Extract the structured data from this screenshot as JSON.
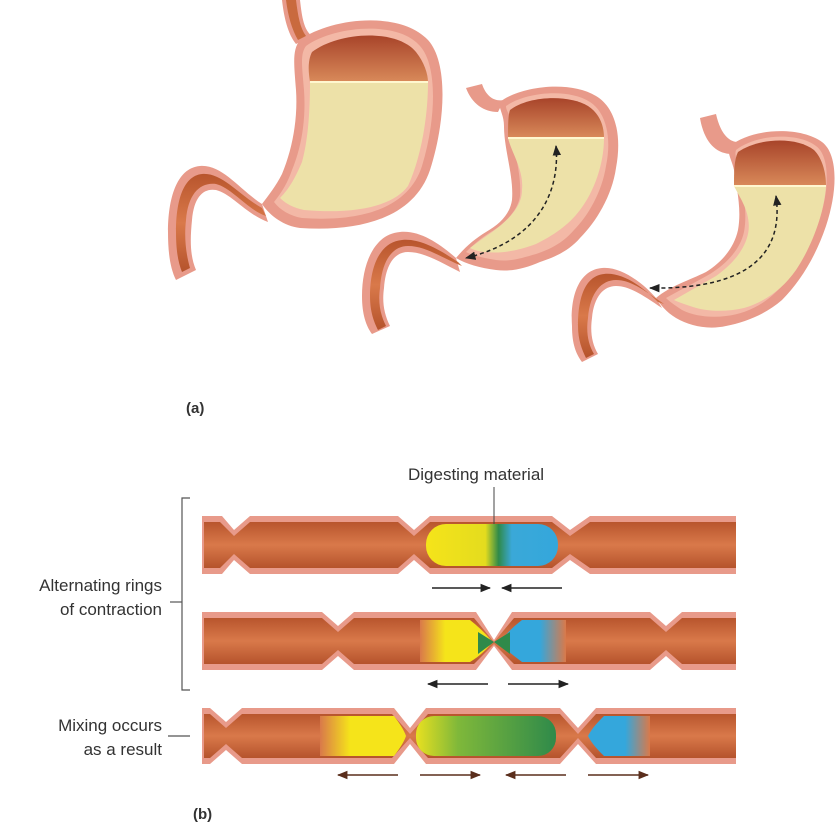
{
  "panel_a": {
    "label": "(a)"
  },
  "panel_b": {
    "label": "(b)",
    "digesting_material": "Digesting material",
    "alternating_rings": {
      "line1": "Alternating rings",
      "line2": "of contraction"
    },
    "mixing": {
      "line1": "Mixing occurs",
      "line2": "as a result"
    }
  },
  "colors": {
    "tissue_outer": "#e89a8a",
    "tissue_wall": "#f3b8a6",
    "muscle": "#c96a3e",
    "chyme": "#ede1a8",
    "yellow": "#f2e21c",
    "green": "#2f8a4a",
    "blue": "#34a7dc",
    "arrow": "#222222",
    "arrow_brown": "#5a2e1c"
  },
  "icons": [
    "stomach-illustration",
    "intestine-segment",
    "arrow-icon",
    "bracket"
  ]
}
